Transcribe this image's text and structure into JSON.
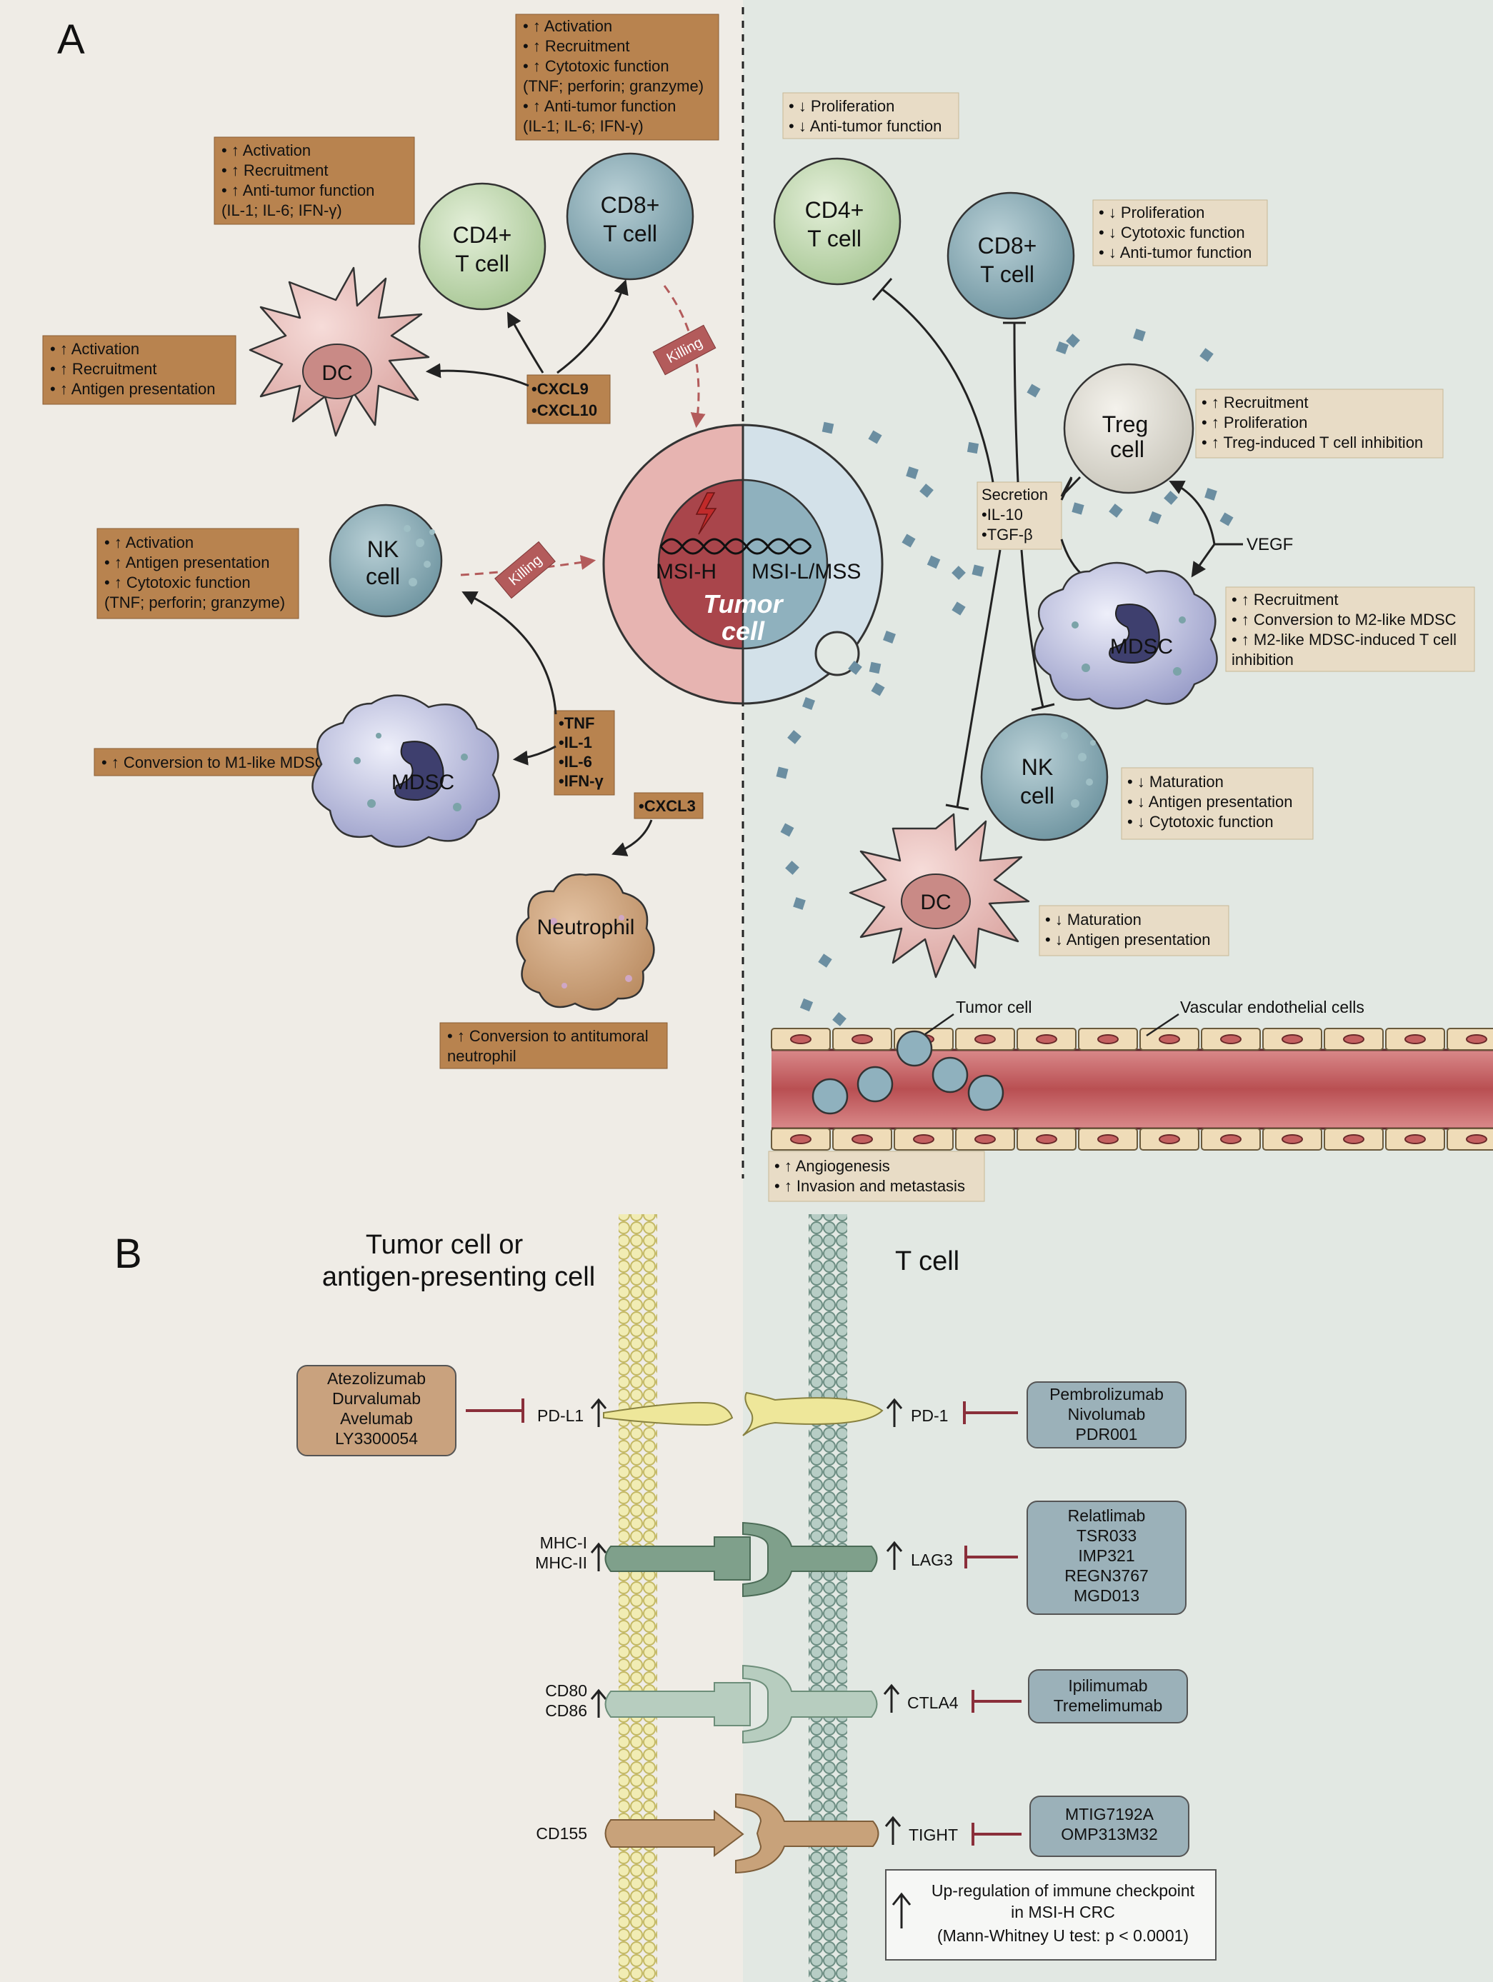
{
  "panel_a": {
    "letter": "A",
    "left": {
      "cd8_box": [
        "• ↑ Activation",
        "• ↑ Recruitment",
        "• ↑ Cytotoxic function",
        "(TNF; perforin; granzyme)",
        "• ↑ Anti-tumor function",
        "(IL-1; IL-6; IFN-γ)"
      ],
      "cd4_box": [
        "• ↑ Activation",
        "• ↑ Recruitment",
        "• ↑ Anti-tumor function",
        "(IL-1; IL-6; IFN-γ)"
      ],
      "dc_box": [
        "• ↑ Activation",
        "• ↑ Recruitment",
        "• ↑ Antigen presentation"
      ],
      "nk_box": [
        "• ↑ Activation",
        "• ↑ Antigen presentation",
        "• ↑ Cytotoxic function",
        "(TNF; perforin; granzyme)"
      ],
      "mdsc_box": [
        "• ↑ Conversion to M1-like MDSC"
      ],
      "neutrophil_box": [
        "• ↑ Conversion to antitumoral",
        "neutrophil"
      ],
      "cxcl_box": [
        "•CXCL9",
        "•CXCL10"
      ],
      "cytokine_box": [
        "•TNF",
        "•IL-1",
        "•IL-6",
        "•IFN-γ"
      ],
      "cxcl3_box": [
        "•CXCL3"
      ],
      "cd4_label": [
        "CD4+",
        "T cell"
      ],
      "cd8_label": [
        "CD8+",
        "T cell"
      ],
      "dc_label": "DC",
      "nk_label": [
        "NK",
        "cell"
      ],
      "mdsc_label": "MDSC",
      "neutrophil_label": "Neutrophil",
      "killing_label": "Killing"
    },
    "tumor": {
      "msi_h": "MSI-H",
      "msi_l": "MSI-L/MSS",
      "label": [
        "Tumor",
        "cell"
      ]
    },
    "right": {
      "cd4_box": [
        "• ↓ Proliferation",
        "• ↓ Anti-tumor function"
      ],
      "cd8_box": [
        "• ↓ Proliferation",
        "• ↓ Cytotoxic function",
        "• ↓ Anti-tumor function"
      ],
      "treg_box": [
        "• ↑ Recruitment",
        "• ↑ Proliferation",
        "• ↑ Treg-induced T cell inhibition"
      ],
      "mdsc_box": [
        "• ↑ Recruitment",
        "• ↑ Conversion to M2-like MDSC",
        "• ↑ M2-like MDSC-induced T cell",
        "inhibition"
      ],
      "nk_box": [
        "• ↓ Maturation",
        "• ↓ Antigen presentation",
        "• ↓ Cytotoxic function"
      ],
      "dc_box": [
        "• ↓ Maturation",
        "• ↓ Antigen presentation"
      ],
      "secretion_box": [
        "Secretion",
        "•IL-10",
        "•TGF-β"
      ],
      "vegf_label": "VEGF",
      "treg_label": [
        "Treg",
        "cell"
      ],
      "angio_box": [
        "• ↑ Angiogenesis",
        "• ↑ Invasion and metastasis"
      ],
      "vessel_tumor_label": "Tumor cell",
      "vessel_endo_label": "Vascular endothelial cells"
    }
  },
  "panel_b": {
    "letter": "B",
    "left_title": [
      "Tumor cell or",
      "antigen-presenting cell"
    ],
    "right_title": "T cell",
    "rows": [
      {
        "ligand": [
          "PD-L1"
        ],
        "receptor": "PD-1",
        "left_drugs": [
          "Atezolizumab",
          "Durvalumab",
          "Avelumab",
          "LY3300054"
        ],
        "right_drugs": [
          "Pembrolizumab",
          "Nivolumab",
          "PDR001"
        ]
      },
      {
        "ligand": [
          "MHC-I",
          "MHC-II"
        ],
        "receptor": "LAG3",
        "left_drugs": [],
        "right_drugs": [
          "Relatlimab",
          "TSR033",
          "IMP321",
          "REGN3767",
          "MGD013"
        ]
      },
      {
        "ligand": [
          "CD80",
          "CD86"
        ],
        "receptor": "CTLA4",
        "left_drugs": [],
        "right_drugs": [
          "Ipilimumab",
          "Tremelimumab"
        ]
      },
      {
        "ligand": [
          "CD155"
        ],
        "receptor": "TIGHT",
        "left_drugs": [],
        "right_drugs": [
          "MTIG7192A",
          "OMP313M32"
        ]
      }
    ],
    "legend": [
      "Up-regulation of immune checkpoint",
      "in MSI-H CRC",
      "(Mann-Whitney U test: p < 0.0001)"
    ]
  },
  "colors": {
    "left_bg": "#efece6",
    "right_bg": "#e2e8e3",
    "box_dark": "#b8834f",
    "box_light": "#e8dcc6",
    "cd4": "#b8d3a6",
    "cd8": "#7fa1ab",
    "dc": "#e4b6b2",
    "mdsc": "#a5a9cf",
    "killing": "#b35b5b",
    "vessel": "#c06565"
  }
}
